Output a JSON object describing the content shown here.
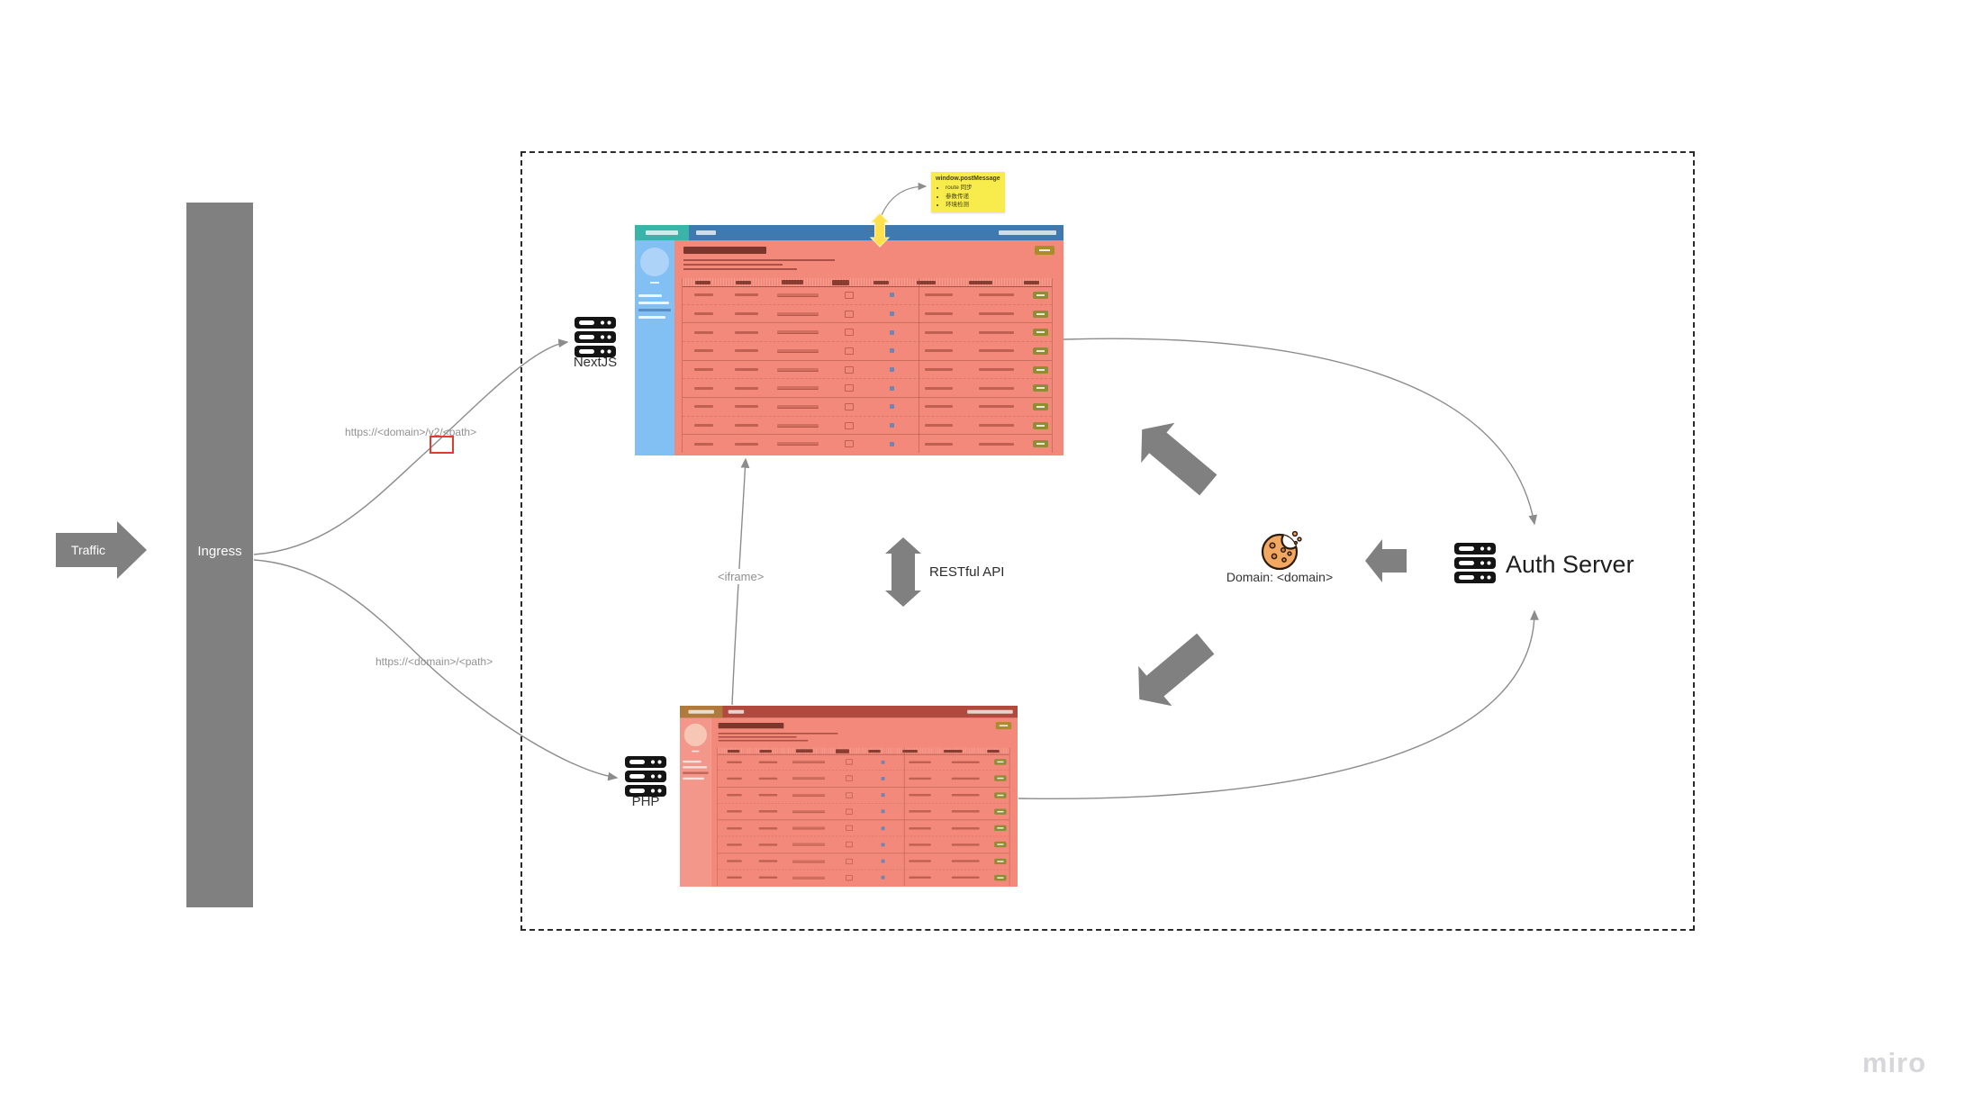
{
  "board": {
    "watermark": "miro"
  },
  "diagram": {
    "traffic": {
      "label": "Traffic"
    },
    "ingress": {
      "label": "Ingress"
    },
    "routes": {
      "v2": "https://<domain>/v2/<path>",
      "root": "https://<domain>/<path>"
    },
    "nodes": {
      "nextjs": {
        "label": "NextJS"
      },
      "php": {
        "label": "PHP"
      },
      "auth": {
        "label": "Auth Server"
      },
      "cookie": {
        "label": "Domain: <domain>"
      }
    },
    "connections": {
      "iframe": {
        "label": "<iframe>"
      },
      "restful": {
        "label": "RESTful API"
      }
    },
    "sticky_note": {
      "title": "window.postMessage",
      "bullets": [
        "route 同步",
        "参数传递",
        "环境检测"
      ]
    },
    "colors": {
      "shape_gray": "#808080",
      "connector": "#8c8c8c",
      "sticky_yellow": "#f7ec4b",
      "highlight_red": "#e23a2e",
      "nextjs_topbar": "#3e7ab0",
      "nextjs_logo": "#3ab3a9",
      "nextjs_sidebar": "#82bff2",
      "php_topbar": "#b04a3f",
      "php_logo": "#b07a3c",
      "php_sidebar": "#f2978a",
      "screenshot_content": "#f2897a",
      "button_olive": "#8f8d33",
      "button_gold": "#ab8c2b"
    }
  }
}
